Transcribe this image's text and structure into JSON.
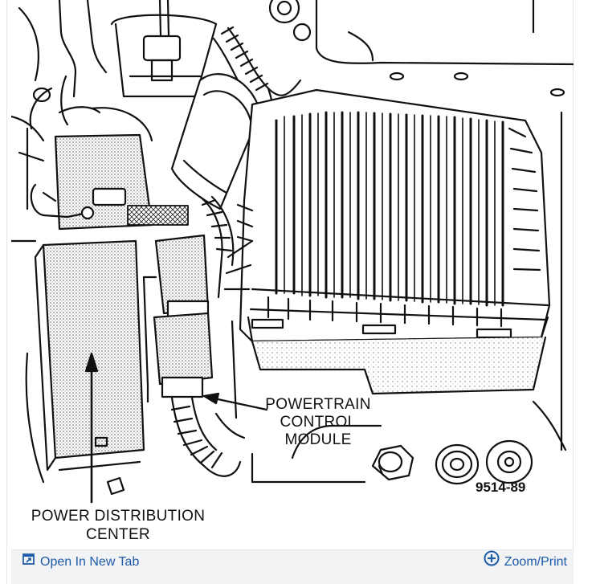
{
  "diagram": {
    "labels": {
      "pcm": [
        "POWERTRAIN",
        "CONTROL",
        "MODULE"
      ],
      "pdc": [
        "POWER DISTRIBUTION",
        "CENTER"
      ],
      "figure_code": "9514-89"
    }
  },
  "toolbar": {
    "open_label": "Open In New Tab",
    "zoom_label": "Zoom/Print"
  },
  "colors": {
    "link": "#1e5ba8",
    "toolbar_bg": "#f1f3f5",
    "line": "#111111"
  },
  "icons": {
    "open": "open-in-new-tab-icon",
    "zoom": "zoom-plus-icon"
  }
}
